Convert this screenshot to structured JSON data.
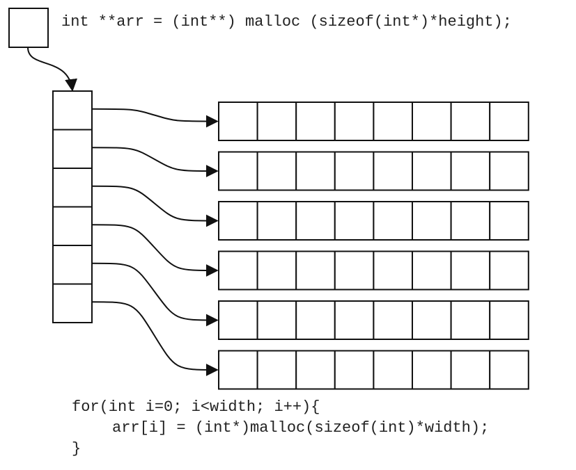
{
  "declaration": "int **arr = (int**) malloc (sizeof(int*)*height);",
  "loop": {
    "line1": "for(int i=0; i<width; i++){",
    "line2": "arr[i] = (int*)malloc(sizeof(int)*width);",
    "line3": "}"
  },
  "structure": {
    "pointer_array_cells": 6,
    "row_count": 6,
    "cells_per_row": 8
  },
  "colors": {
    "stroke": "#111111",
    "fill": "#ffffff",
    "text": "#222222"
  }
}
